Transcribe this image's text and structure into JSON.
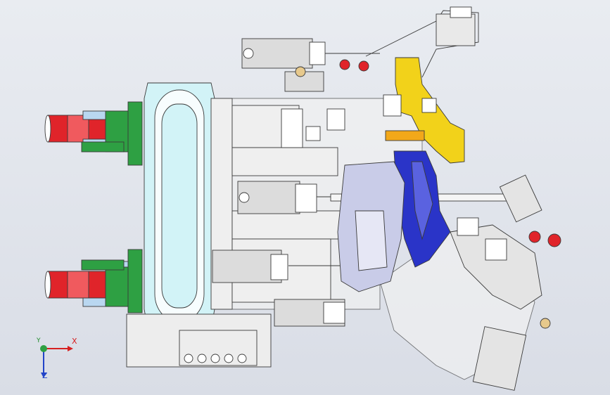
{
  "viewport": {
    "background_top": "#e9ecf1",
    "background_bottom": "#d9dde6"
  },
  "colors": {
    "red_part": "#e0242a",
    "green_part": "#2ea043",
    "yellow_bracket": "#f2d21a",
    "blue_part": "#2a34c8",
    "cyan_frame": "#d2f3f7",
    "gray_part": "#dcdcdc",
    "light_part": "#eeeeee",
    "outline": "#3a3a3a"
  },
  "orientation_triad": {
    "x_label": "X",
    "y_label": "Y",
    "z_label": "Z",
    "x_color": "#d62020",
    "y_color": "#1f8b2a",
    "z_color": "#2244c8",
    "icon": "axis-triad-icon"
  }
}
